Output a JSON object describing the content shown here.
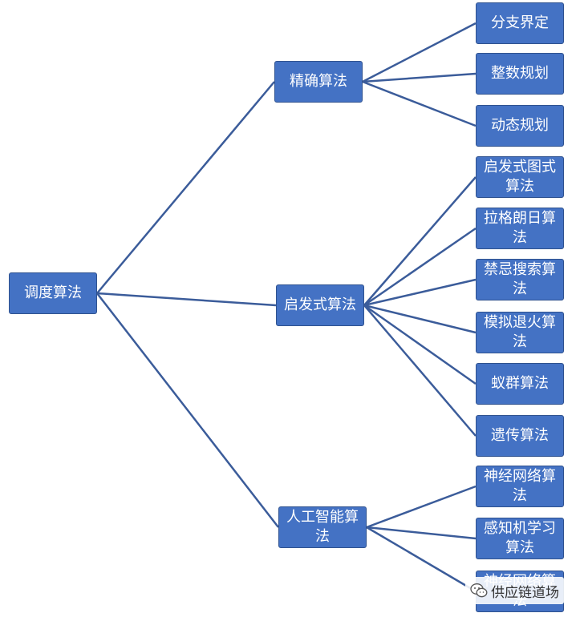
{
  "diagram": {
    "root": "调度算法",
    "branches": [
      {
        "label": "精确算法",
        "children": [
          "分支界定",
          "整数规划",
          "动态规划"
        ]
      },
      {
        "label": "启发式算法",
        "children": [
          "启发式图式算法",
          "拉格朗日算法",
          "禁忌搜索算法",
          "模拟退火算法",
          "蚁群算法",
          "遗传算法"
        ]
      },
      {
        "label": "人工智能算法",
        "children": [
          "神经网络算法",
          "感知机学习算法",
          "神经网络算法"
        ]
      }
    ]
  },
  "colors": {
    "node_fill": "#4472c4",
    "node_border": "#2f528f",
    "edge": "#3b5c9a",
    "text": "#ffffff"
  },
  "watermark": {
    "text": "供应链道场",
    "icon": "wechat-icon"
  }
}
